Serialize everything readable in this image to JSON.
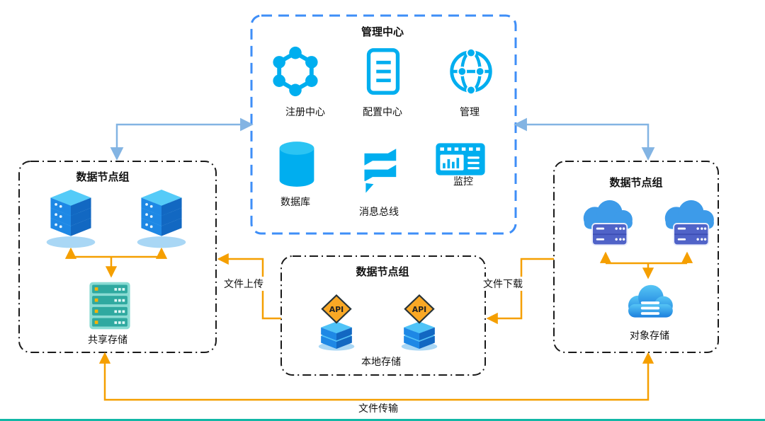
{
  "management_center": {
    "title": "管理中心",
    "items": [
      {
        "label": "注册中心",
        "icon": "registry-network-icon"
      },
      {
        "label": "配置中心",
        "icon": "config-document-icon"
      },
      {
        "label": "管理",
        "icon": "management-globe-icon"
      },
      {
        "label": "数据库",
        "icon": "database-cylinder-icon"
      },
      {
        "label": "消息总线",
        "icon": "message-bus-icon"
      },
      {
        "label": "监控",
        "icon": "monitor-dashboard-icon"
      }
    ]
  },
  "left_node_group": {
    "title": "数据节点组",
    "storage_label": "共享存储"
  },
  "center_node_group": {
    "title": "数据节点组",
    "api_badge": "API",
    "storage_label": "本地存储"
  },
  "right_node_group": {
    "title": "数据节点组",
    "storage_label": "对象存储"
  },
  "flows": {
    "upload_label": "文件上传",
    "download_label": "文件下载",
    "transfer_label": "文件传输"
  },
  "colors": {
    "icon_cyan": "#00AEEF",
    "management_border_blue": "#3E8EF7",
    "node_group_border": "#1A1A1A",
    "flow_arrow_orange": "#F59F00",
    "link_arrow_blue": "#83B4E3",
    "server_blue": "#1E88E5",
    "shared_storage_teal": "#2FA9A0",
    "cloud_rack_indigo": "#5063C8",
    "api_badge_orange": "#F9A825",
    "bottom_edge_teal": "#12B7A6"
  }
}
